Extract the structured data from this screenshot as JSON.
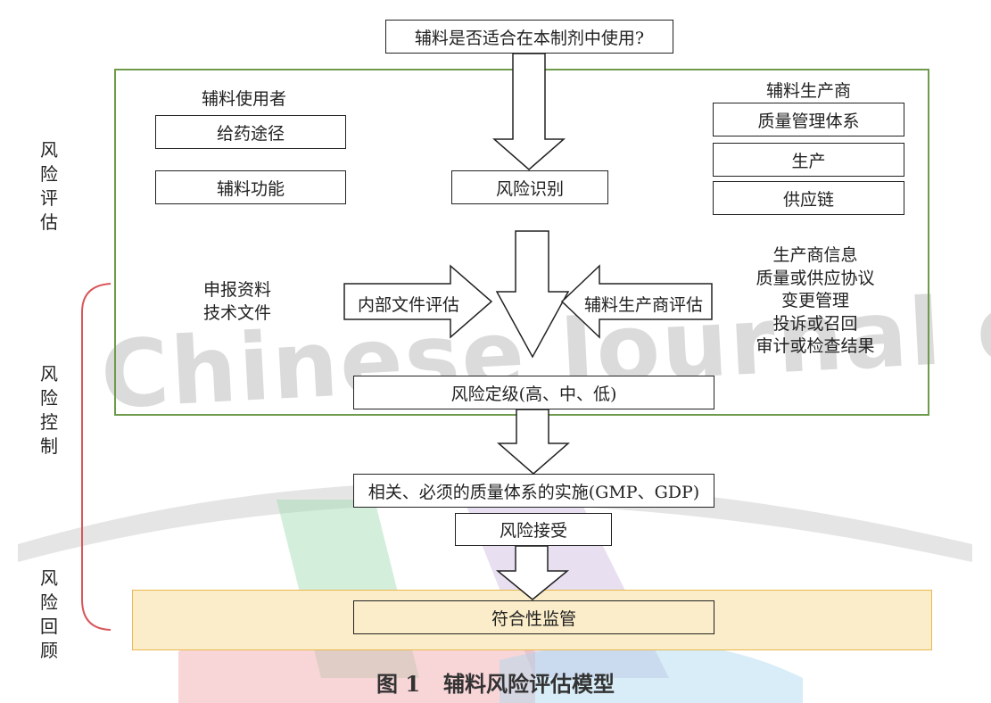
{
  "diagram": {
    "question": "辅料是否适合在本制剂中使用?",
    "user_title": "辅料使用者",
    "user_items": [
      "给药途径",
      "辅料功能"
    ],
    "maker_title": "辅料生产商",
    "maker_items": [
      "质量管理体系",
      "生产",
      "供应链"
    ],
    "risk_identify": "风险识别",
    "docs": [
      "申报资料",
      "技术文件"
    ],
    "internal_eval": "内部文件评估",
    "maker_eval": "辅料生产商评估",
    "maker_info": [
      "生产商信息",
      "质量或供应协议",
      "变更管理",
      "投诉或召回",
      "审计或检查结果"
    ],
    "risk_grade": "风险定级(高、中、低)",
    "quality_system": "相关、必须的质量体系的实施(GMP、GDP)",
    "risk_accept": "风险接受",
    "compliance": "符合性监管",
    "stage_assess": [
      "风",
      "险",
      "评",
      "估"
    ],
    "stage_control": [
      "风",
      "险",
      "控",
      "制"
    ],
    "stage_review": [
      "风",
      "险",
      "回",
      "顾"
    ],
    "colors": {
      "assess_frame": "#6e9a4c",
      "review_fill": "#fbedc9",
      "review_border": "#e9b84e",
      "control_bracket": "#d9565a",
      "hollow_arrow": "#ffffff"
    }
  },
  "caption": {
    "figure_no": "图 1",
    "title": "辅料风险评估模型"
  },
  "watermark": {
    "text": "Chinese Journal of"
  }
}
